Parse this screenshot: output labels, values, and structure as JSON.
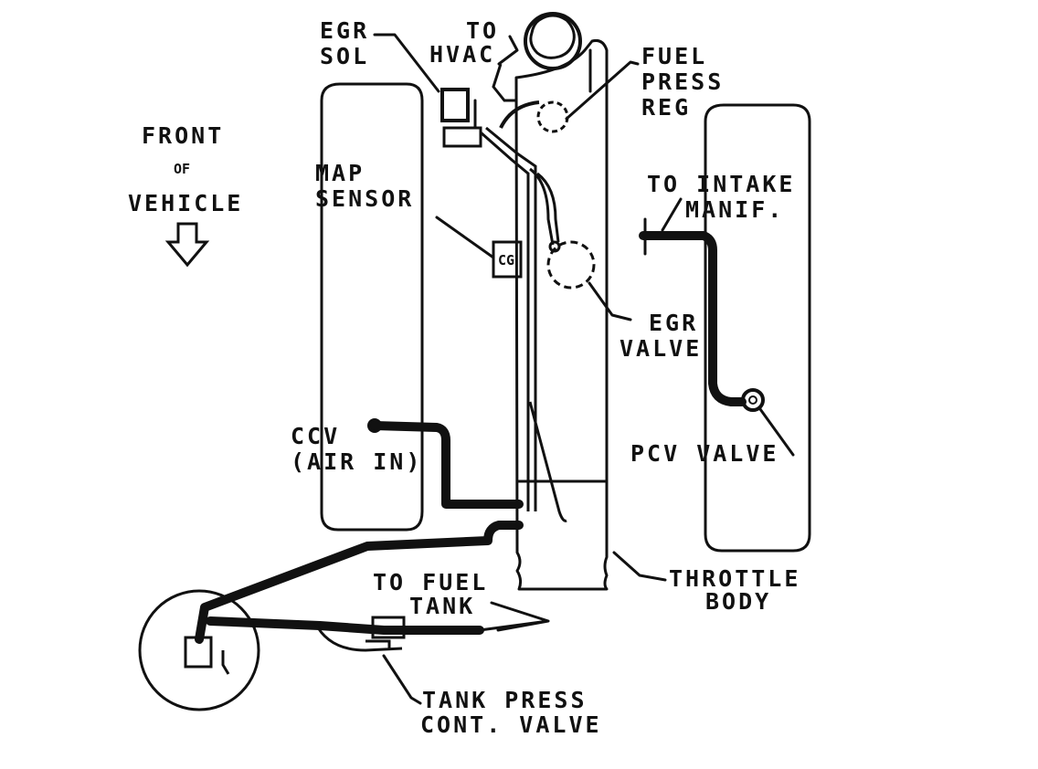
{
  "labels": {
    "egr_sol": [
      "EGR",
      "SOL"
    ],
    "to_hvac": [
      "TO",
      "HVAC"
    ],
    "fuel_press_reg": [
      "FUEL",
      "PRESS",
      "REG"
    ],
    "front_of_vehicle": [
      "FRONT",
      "OF",
      "VEHICLE"
    ],
    "map_sensor": [
      "MAP",
      "SENSOR"
    ],
    "to_intake_manif": [
      "TO INTAKE",
      "MANIF."
    ],
    "egr_valve": [
      "EGR",
      "VALVE"
    ],
    "ccv_air_in": [
      "CCV",
      "(AIR IN)"
    ],
    "pcv_valve": "PCV VALVE",
    "throttle_body": [
      "THROTTLE",
      "BODY"
    ],
    "to_fuel_tank": [
      "TO FUEL",
      "TANK"
    ],
    "tank_press_cont_valve": [
      "TANK PRESS",
      "CONT. VALVE"
    ],
    "map_sensor_marking": "CG"
  }
}
